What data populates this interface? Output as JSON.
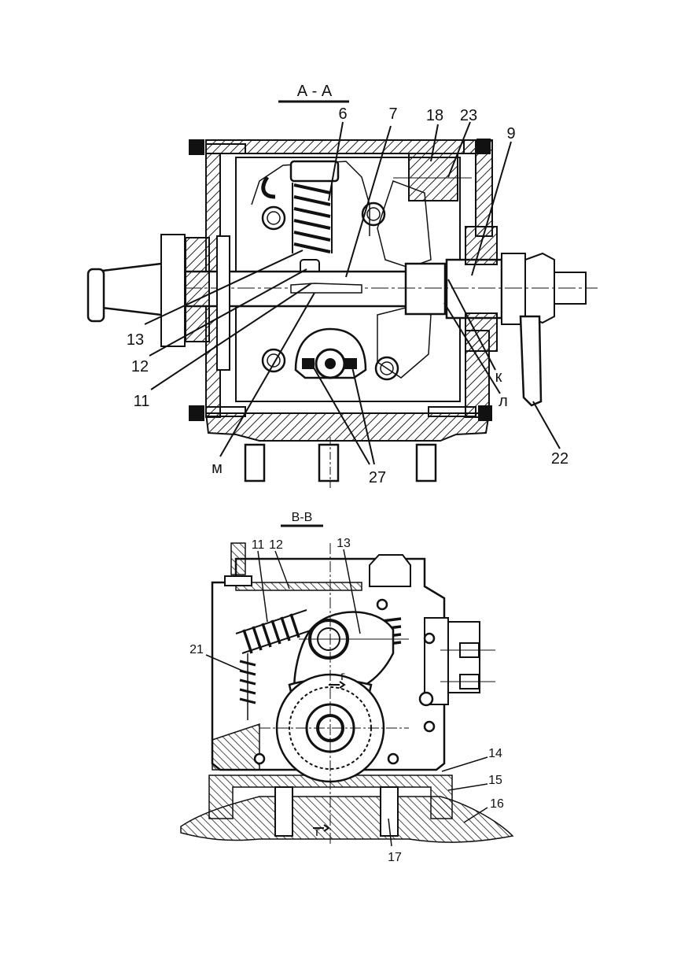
{
  "sections": {
    "top": {
      "title": "А - А",
      "labels": {
        "l6": "6",
        "l7": "7",
        "l18": "18",
        "l23": "23",
        "l9": "9",
        "l13": "13",
        "l12": "12",
        "l11": "11",
        "lm": "м",
        "l27": "27",
        "lk": "к",
        "ll": "л",
        "l22": "22"
      }
    },
    "bottom": {
      "title": "В-В",
      "labels": {
        "l11": "11",
        "l12": "12",
        "l13": "13",
        "l21": "21",
        "lg1": "г",
        "lg2": "г",
        "l14": "14",
        "l15": "15",
        "l16": "16",
        "l17": "17"
      }
    }
  }
}
